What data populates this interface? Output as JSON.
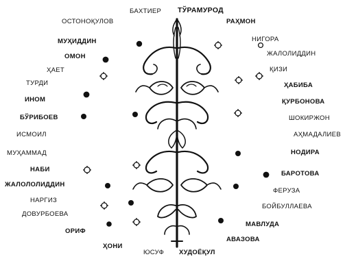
{
  "names": {
    "top": [
      "БАХТИЕР",
      "ТЎРАМУРОД",
      "РАҲМОН"
    ],
    "left": [
      "ОСТОНОҚУЛОВ",
      "МУҲИДДИН",
      "ОМОН",
      "ҲАЕТ",
      "ТУРДИ",
      "ИНОМ",
      "БЎРИБОЕВ",
      "ИСМОИЛ",
      "МУҲАММАД",
      "НАБИ",
      "ЖАЛОЛОЛИДДИН",
      "НАРГИЗ",
      "ДОВУРБОЕВА",
      "ОРИФ",
      "ҲОНИ"
    ],
    "right": [
      "НИГОРА",
      "ЖАЛОЛИДДИН",
      "ҚИЗИ",
      "ҲАБИБА",
      "ҚУРБОНОВА",
      "ШОКИРЖОН",
      "АҲМАДАЛИЕВ",
      "НОДИРА",
      "БАРОТОВА",
      "ФЕРУЗА",
      "БОЙБУЛЛАЕВА",
      "МАВЛУДА",
      "АВАЗОВА"
    ],
    "bottom": [
      "ЮСУФ",
      "ХУДОЁҚУЛ"
    ]
  },
  "markers": {
    "legend_note": "",
    "filled_color": "#111111",
    "open_color": "#111111"
  },
  "ornament": {
    "icon": "tree-of-life-icon",
    "stroke_color": "#111111"
  }
}
